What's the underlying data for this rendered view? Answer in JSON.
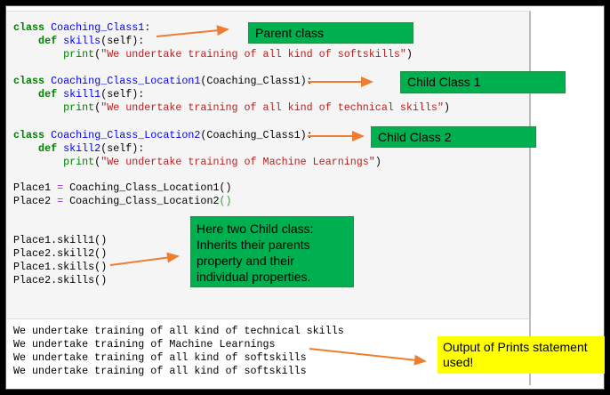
{
  "code": {
    "lines": [
      [
        [
          "class ",
          "kw"
        ],
        [
          "Coaching_Class1",
          "nm"
        ],
        [
          ":",
          ""
        ]
      ],
      [
        [
          "    def ",
          "kw"
        ],
        [
          "skills",
          "nm"
        ],
        [
          "(self):",
          ""
        ]
      ],
      [
        [
          "        ",
          ""
        ],
        [
          "print",
          "bi"
        ],
        [
          "(",
          ""
        ],
        [
          "\"We undertake training of all kind of softskills\"",
          "st"
        ],
        [
          ")",
          ""
        ]
      ],
      [
        [
          "class ",
          "kw"
        ],
        [
          "Coaching_Class_Location1",
          "nm"
        ],
        [
          "(Coaching_Class1):",
          ""
        ]
      ],
      [
        [
          "    def ",
          "kw"
        ],
        [
          "skill1",
          "nm"
        ],
        [
          "(self):",
          ""
        ]
      ],
      [
        [
          "        ",
          ""
        ],
        [
          "print",
          "bi"
        ],
        [
          "(",
          ""
        ],
        [
          "\"We undertake training of all kind of technical skills\"",
          "st"
        ],
        [
          ")",
          ""
        ]
      ],
      [
        [
          "class ",
          "kw"
        ],
        [
          "Coaching_Class_Location2",
          "nm"
        ],
        [
          "(Coaching_Class1):",
          ""
        ]
      ],
      [
        [
          "    def ",
          "kw"
        ],
        [
          "skill2",
          "nm"
        ],
        [
          "(self):",
          ""
        ]
      ],
      [
        [
          "        ",
          ""
        ],
        [
          "print",
          "bi"
        ],
        [
          "(",
          ""
        ],
        [
          "\"We undertake training of Machine Learnings\"",
          "st"
        ],
        [
          ")",
          ""
        ]
      ],
      [
        [
          "Place1 ",
          ""
        ],
        [
          "=",
          "op"
        ],
        [
          " Coaching_Class_Location1()",
          ""
        ]
      ],
      [
        [
          "Place2 ",
          ""
        ],
        [
          "=",
          "op"
        ],
        [
          " Coaching_Class_Location2",
          ""
        ],
        [
          "()",
          "pg"
        ]
      ],
      [
        [
          "Place1.skill1()",
          ""
        ]
      ],
      [
        [
          "Place2.skill2()",
          ""
        ]
      ],
      [
        [
          "Place1.skills()",
          ""
        ]
      ],
      [
        [
          "Place2.skills()",
          ""
        ]
      ]
    ]
  },
  "output": {
    "lines": [
      "We undertake training of all kind of technical skills",
      "We undertake training of Machine Learnings",
      "We undertake training of all kind of softskills",
      "We undertake training of all kind of softskills"
    ]
  },
  "annotations": {
    "parent": "Parent class",
    "child1": "Child Class 1",
    "child2": "Child Class 2",
    "inherit": "Here two Child class: Inherits their parents property and their individual properties.",
    "output": "Output of Prints statement used!"
  },
  "colors": {
    "note_green": "#00b050",
    "note_yellow": "#ffff00",
    "arrow": "#ed7d31"
  }
}
